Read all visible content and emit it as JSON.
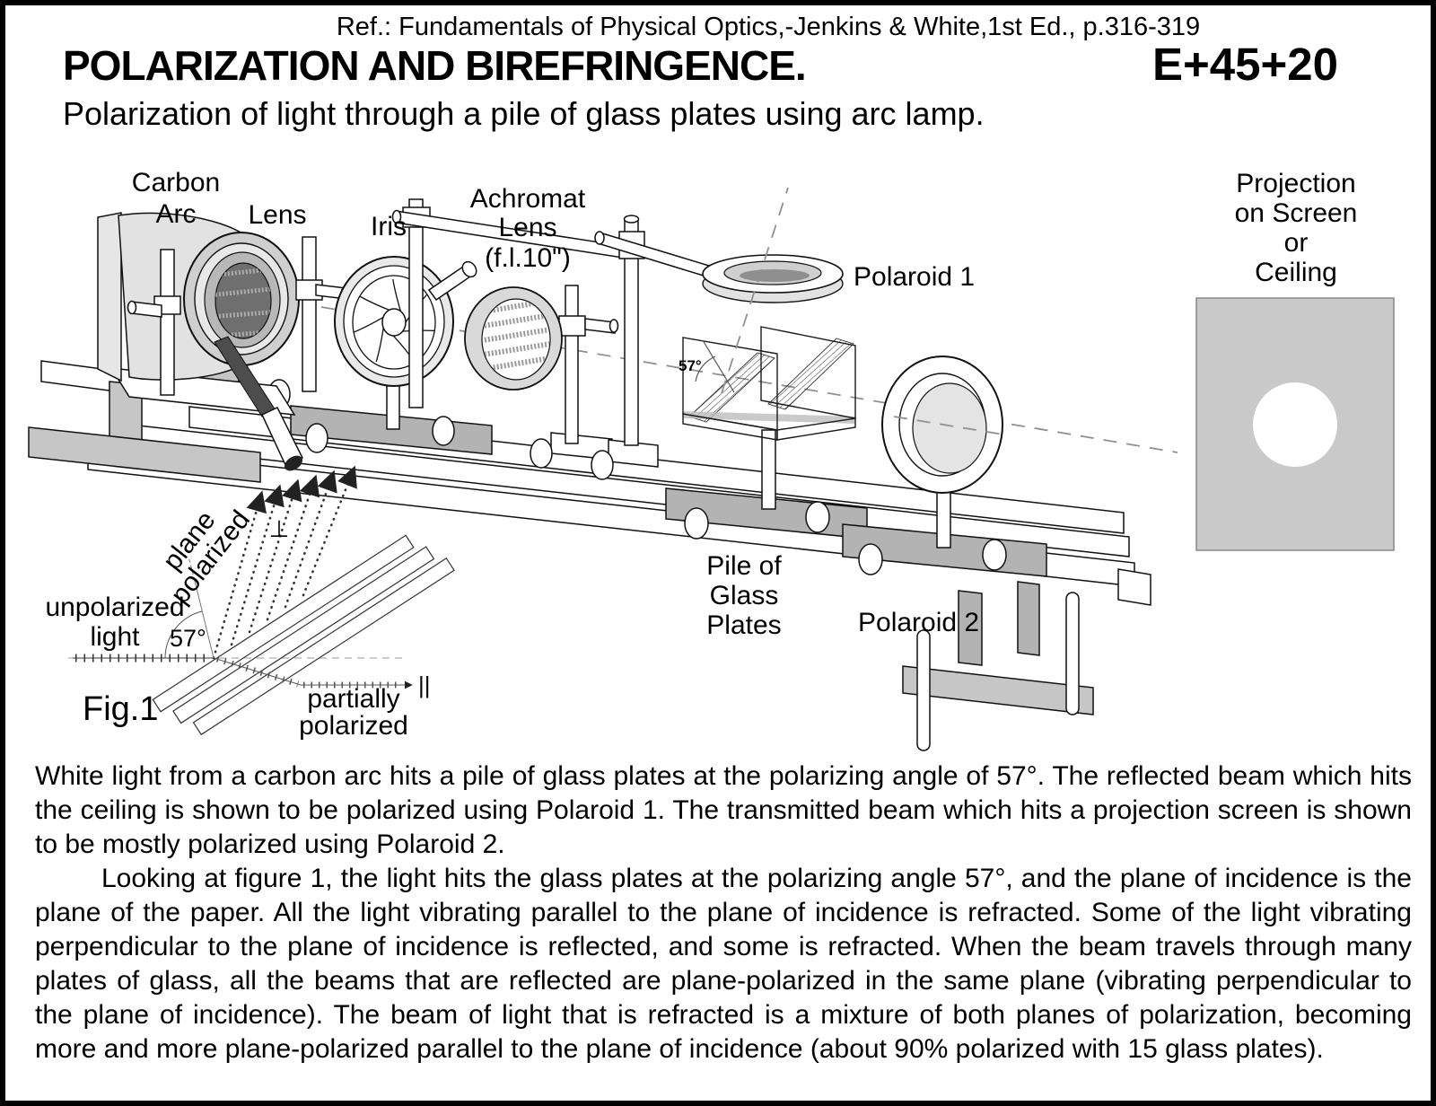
{
  "header": {
    "ref": "Ref.: Fundamentals of Physical Optics,-Jenkins & White,1st Ed., p.316-319",
    "title": "POLARIZATION AND BIREFRINGENCE.",
    "code": "E+45+20",
    "subtitle": "Polarization of light through a pile of glass plates using arc lamp."
  },
  "diagram": {
    "labels": {
      "carbon_arc_line1": "Carbon",
      "carbon_arc_line2": "Arc",
      "lens": "Lens",
      "iris": "Iris",
      "achromat_line1": "Achromat",
      "achromat_line2": "Lens",
      "achromat_line3": "(f.l.10\")",
      "polaroid1": "Polaroid 1",
      "polaroid2": "Polaroid 2",
      "projection_line1": "Projection",
      "projection_line2": "on Screen",
      "projection_line3": "or",
      "projection_line4": "Ceiling",
      "pile_line1": "Pile of",
      "pile_line2": "Glass",
      "pile_line3": "Plates",
      "angle_plates": "57°"
    },
    "fig1": {
      "caption": "Fig.1",
      "unpolarized_line1": "unpolarized",
      "unpolarized_line2": "light",
      "angle": "57°",
      "plane_line1": "plane",
      "plane_line2": "polarized",
      "perpendicular_symbol": "⊥",
      "partially_line1": "partially",
      "partially_line2": "polarized",
      "parallel_symbol": "||"
    }
  },
  "body": {
    "paragraph1": "White light from a carbon arc hits a pile of glass plates at the polarizing angle of 57°. The reflected beam which hits the ceiling is shown to be polarized using Polaroid 1. The transmitted beam which hits a projection screen is shown to be mostly polarized using Polaroid 2.",
    "paragraph2": "Looking at figure 1, the light hits the glass plates at the polarizing angle 57°, and the plane of incidence is the plane of the paper. All the light vibrating parallel to the plane of incidence is refracted. Some of the light vibrating perpendicular to the plane of incidence is reflected, and some is refracted. When the beam travels through many plates of glass, all the beams that are reflected are plane-polarized in the same plane (vibrating perpendicular to the plane of incidence). The beam of light that is refracted is a mixture of both planes of polarization, becoming more and more plane-polarized parallel to the plane of incidence (about 90% polarized with 15 glass plates)."
  }
}
